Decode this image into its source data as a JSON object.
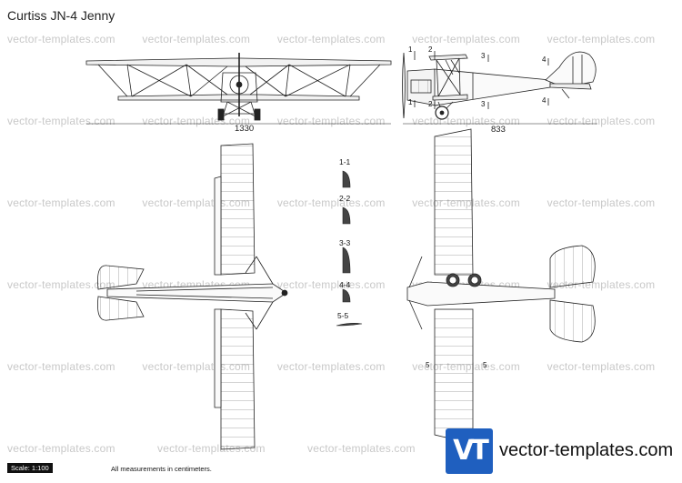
{
  "title": "Curtiss JN-4 Jenny",
  "watermark": "vector-templates.com",
  "dimensions": {
    "span": "1330",
    "length": "833"
  },
  "sections": [
    "1-1",
    "2-2",
    "3-3",
    "4-4",
    "5-5"
  ],
  "station_labels": [
    "1",
    "2",
    "3",
    "4",
    "1",
    "2",
    "3",
    "4",
    "5",
    "5"
  ],
  "scale_label": "Scale: 1:100",
  "note": "All measurements in centimeters.",
  "logo_letters": "VT",
  "site_name": "vector-templates.com",
  "colors": {
    "logo_blue": "#1f5fbf",
    "watermark": "#c8c8c8"
  }
}
